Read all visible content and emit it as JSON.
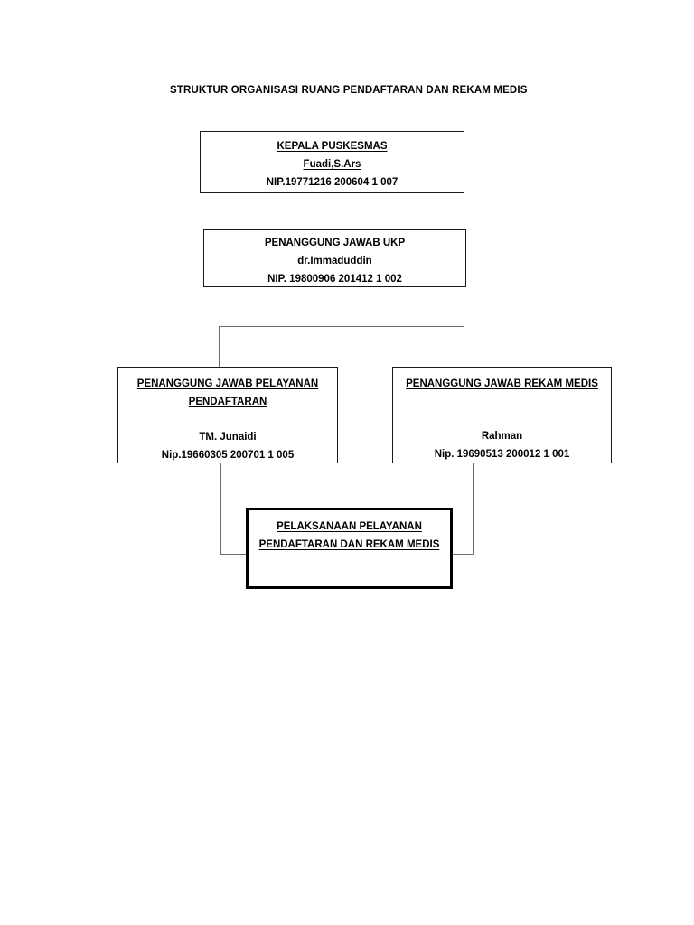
{
  "document": {
    "title": "STRUKTUR ORGANISASI RUANG PENDAFTARAN DAN REKAM MEDIS",
    "background_color": "#ffffff",
    "text_color": "#000000",
    "line_color": "#707070"
  },
  "chart_data": {
    "type": "diagram",
    "diagram_kind": "organizational-chart",
    "title": "STRUKTUR ORGANISASI RUANG PENDAFTARAN DAN REKAM MEDIS",
    "nodes": [
      {
        "id": "kepala",
        "level": 1,
        "role": "KEPALA PUSKESMAS",
        "name": "Fuadi,S.Ars",
        "nip": "NIP.19771216 200604 1 007"
      },
      {
        "id": "ukp",
        "level": 2,
        "role": "PENANGGUNG JAWAB UKP",
        "name": "dr.Immaduddin",
        "nip": "NIP. 19800906 201412 1 002"
      },
      {
        "id": "pelayanan",
        "level": 3,
        "role_line1": "PENANGGUNG JAWAB PELAYANAN",
        "role_line2": "PENDAFTARAN",
        "name": "TM. Junaidi",
        "nip": "Nip.19660305 200701 1 005"
      },
      {
        "id": "rekam",
        "level": 3,
        "role": "PENANGGUNG JAWAB REKAM MEDIS",
        "name": "Rahman",
        "nip": "Nip. 19690513 200012 1 001"
      },
      {
        "id": "pelaksanaan",
        "level": 4,
        "role_line1": "PELAKSANAAN PELAYANAN",
        "role_line2": "PENDAFTARAN DAN REKAM MEDIS"
      }
    ],
    "edges": [
      {
        "from": "kepala",
        "to": "ukp"
      },
      {
        "from": "ukp",
        "to": "pelayanan"
      },
      {
        "from": "ukp",
        "to": "rekam"
      },
      {
        "from": "pelayanan",
        "to": "pelaksanaan"
      },
      {
        "from": "rekam",
        "to": "pelaksanaan"
      }
    ]
  }
}
